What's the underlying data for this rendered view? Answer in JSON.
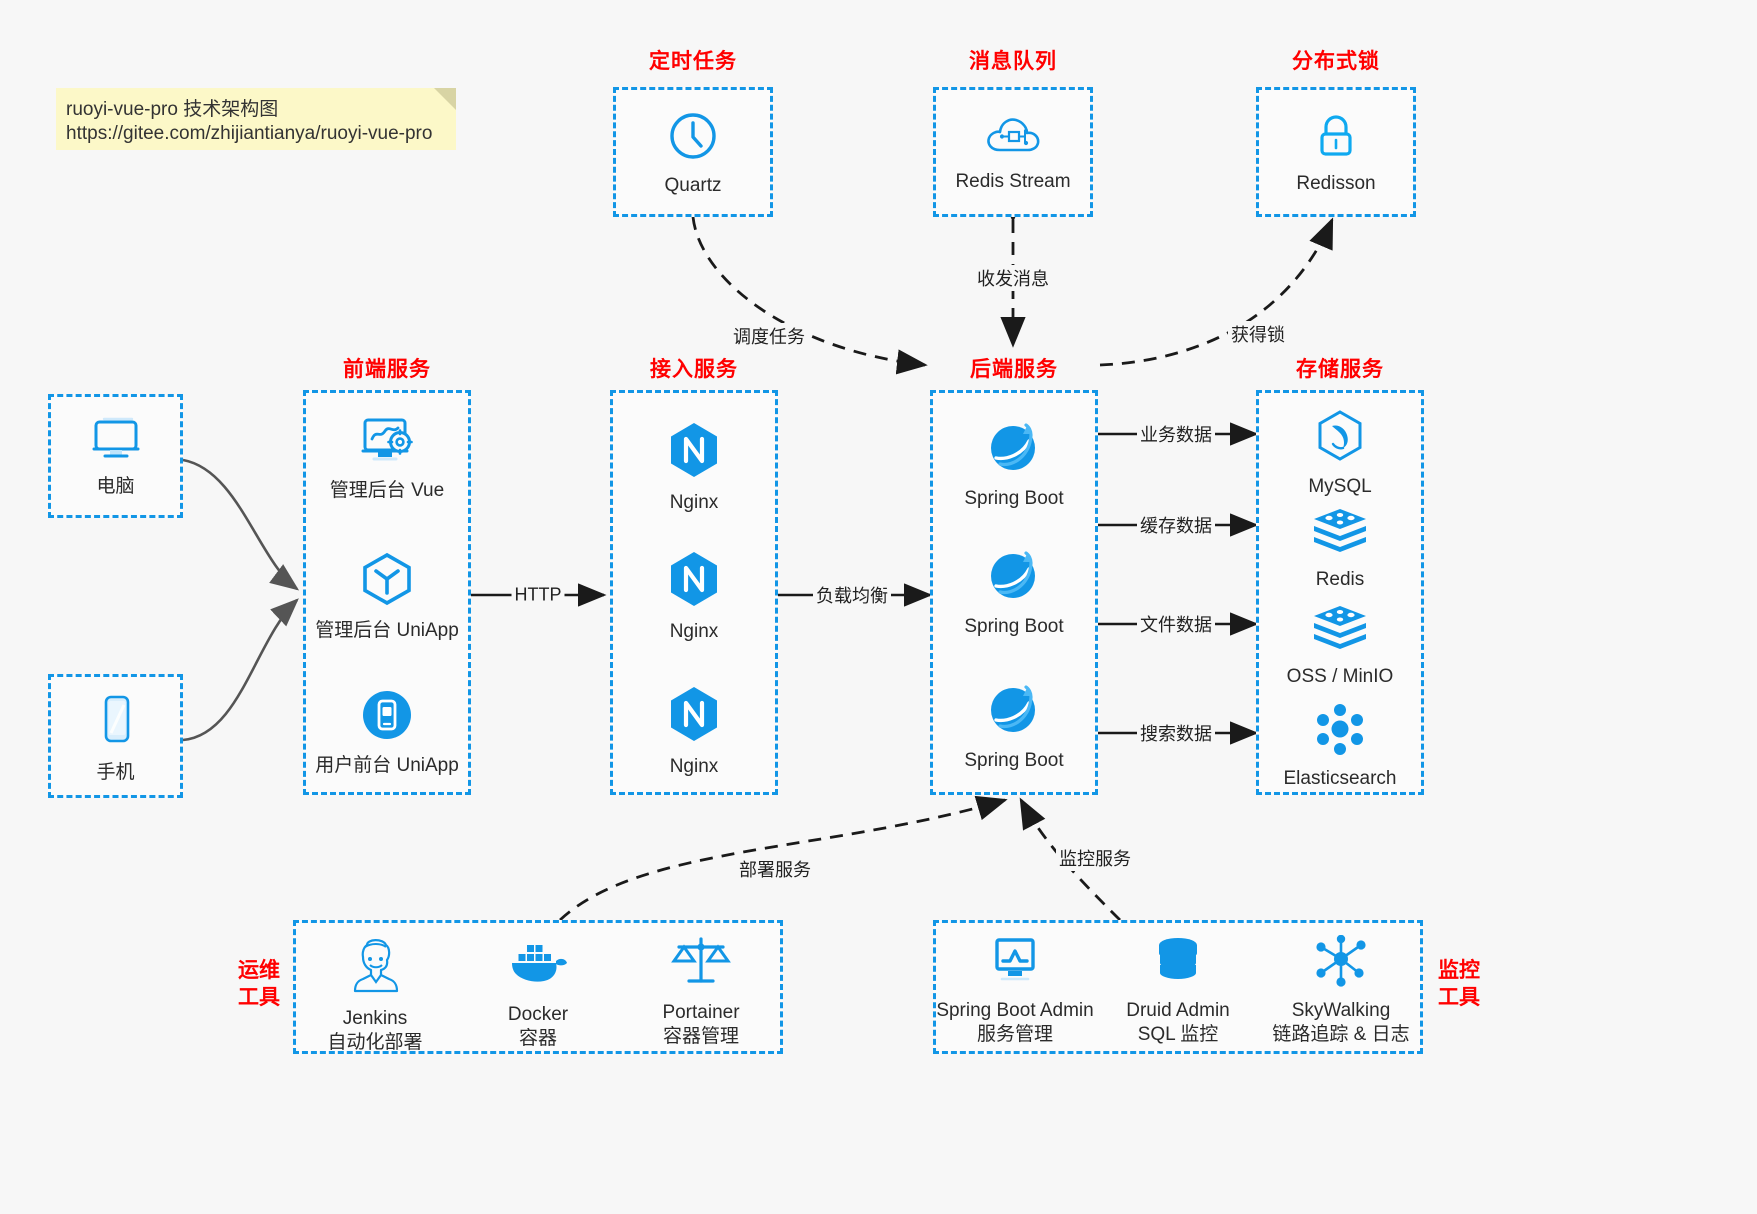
{
  "note": {
    "line1": "ruoyi-vue-pro 技术架构图",
    "line2": "https://gitee.com/zhijiantianya/ruoyi-vue-pro"
  },
  "colors": {
    "accent_blue": "#1296e6",
    "group_border": "#1296e6",
    "title_red": "#ff0000",
    "background": "#f7f7f7",
    "note_yellow": "#fcf8c8",
    "arrow_gray": "#555555",
    "arrow_black": "#1a1a1a"
  },
  "groups": {
    "scheduled_task": {
      "title": "定时任务",
      "nodes": [
        {
          "label": "Quartz",
          "icon": "clock-icon"
        }
      ]
    },
    "message_queue": {
      "title": "消息队列",
      "nodes": [
        {
          "label": "Redis Stream",
          "icon": "cloud-network-icon"
        }
      ]
    },
    "distributed_lock": {
      "title": "分布式锁",
      "nodes": [
        {
          "label": "Redisson",
          "icon": "lock-icon"
        }
      ]
    },
    "clients": {
      "nodes": [
        {
          "label": "电脑",
          "icon": "desktop-monitor-icon"
        },
        {
          "label": "手机",
          "icon": "mobile-phone-icon"
        }
      ]
    },
    "frontend": {
      "title": "前端服务",
      "nodes": [
        {
          "label": "管理后台 Vue",
          "icon": "dashboard-gear-icon"
        },
        {
          "label": "管理后台 UniApp",
          "icon": "hexagon-cube-icon"
        },
        {
          "label": "用户前台 UniApp",
          "icon": "mobile-app-icon"
        }
      ]
    },
    "gateway": {
      "title": "接入服务",
      "nodes": [
        {
          "label": "Nginx",
          "icon": "nginx-icon"
        },
        {
          "label": "Nginx",
          "icon": "nginx-icon"
        },
        {
          "label": "Nginx",
          "icon": "nginx-icon"
        }
      ]
    },
    "backend": {
      "title": "后端服务",
      "nodes": [
        {
          "label": "Spring Boot",
          "icon": "spring-boot-icon"
        },
        {
          "label": "Spring Boot",
          "icon": "spring-boot-icon"
        },
        {
          "label": "Spring Boot",
          "icon": "spring-boot-icon"
        }
      ]
    },
    "storage": {
      "title": "存储服务",
      "nodes": [
        {
          "label": "MySQL",
          "icon": "mysql-dolphin-icon"
        },
        {
          "label": "Redis",
          "icon": "redis-stack-icon"
        },
        {
          "label": "OSS / MinIO",
          "icon": "object-storage-icon"
        },
        {
          "label": "Elasticsearch",
          "icon": "elasticsearch-icon"
        }
      ]
    },
    "devops": {
      "title": "运维\n工具",
      "title_line1": "运维",
      "title_line2": "工具",
      "nodes": [
        {
          "label": "Jenkins",
          "sublabel": "自动化部署",
          "icon": "jenkins-butler-icon"
        },
        {
          "label": "Docker",
          "sublabel": "容器",
          "icon": "docker-whale-icon"
        },
        {
          "label": "Portainer",
          "sublabel": "容器管理",
          "icon": "scales-icon"
        }
      ]
    },
    "monitoring": {
      "title_line1": "监控",
      "title_line2": "工具",
      "nodes": [
        {
          "label": "Spring Boot Admin",
          "sublabel": "服务管理",
          "icon": "monitor-chart-icon"
        },
        {
          "label": "Druid Admin",
          "sublabel": "SQL 监控",
          "icon": "database-stack-icon"
        },
        {
          "label": "SkyWalking",
          "sublabel": "链路追踪 & 日志",
          "icon": "network-nodes-icon"
        }
      ]
    }
  },
  "edges": [
    {
      "label": "HTTP",
      "from": "frontend",
      "to": "gateway"
    },
    {
      "label": "负载均衡",
      "from": "gateway",
      "to": "backend"
    },
    {
      "label": "调度任务",
      "from": "scheduled_task",
      "to": "backend"
    },
    {
      "label": "收发消息",
      "from": "message_queue",
      "to": "backend"
    },
    {
      "label": "获得锁",
      "from": "backend",
      "to": "distributed_lock"
    },
    {
      "label": "业务数据",
      "from": "backend",
      "to": "storage"
    },
    {
      "label": "缓存数据",
      "from": "backend",
      "to": "storage"
    },
    {
      "label": "文件数据",
      "from": "backend",
      "to": "storage"
    },
    {
      "label": "搜索数据",
      "from": "backend",
      "to": "storage"
    },
    {
      "label": "部署服务",
      "from": "devops",
      "to": "backend"
    },
    {
      "label": "监控服务",
      "from": "monitoring",
      "to": "backend"
    }
  ]
}
